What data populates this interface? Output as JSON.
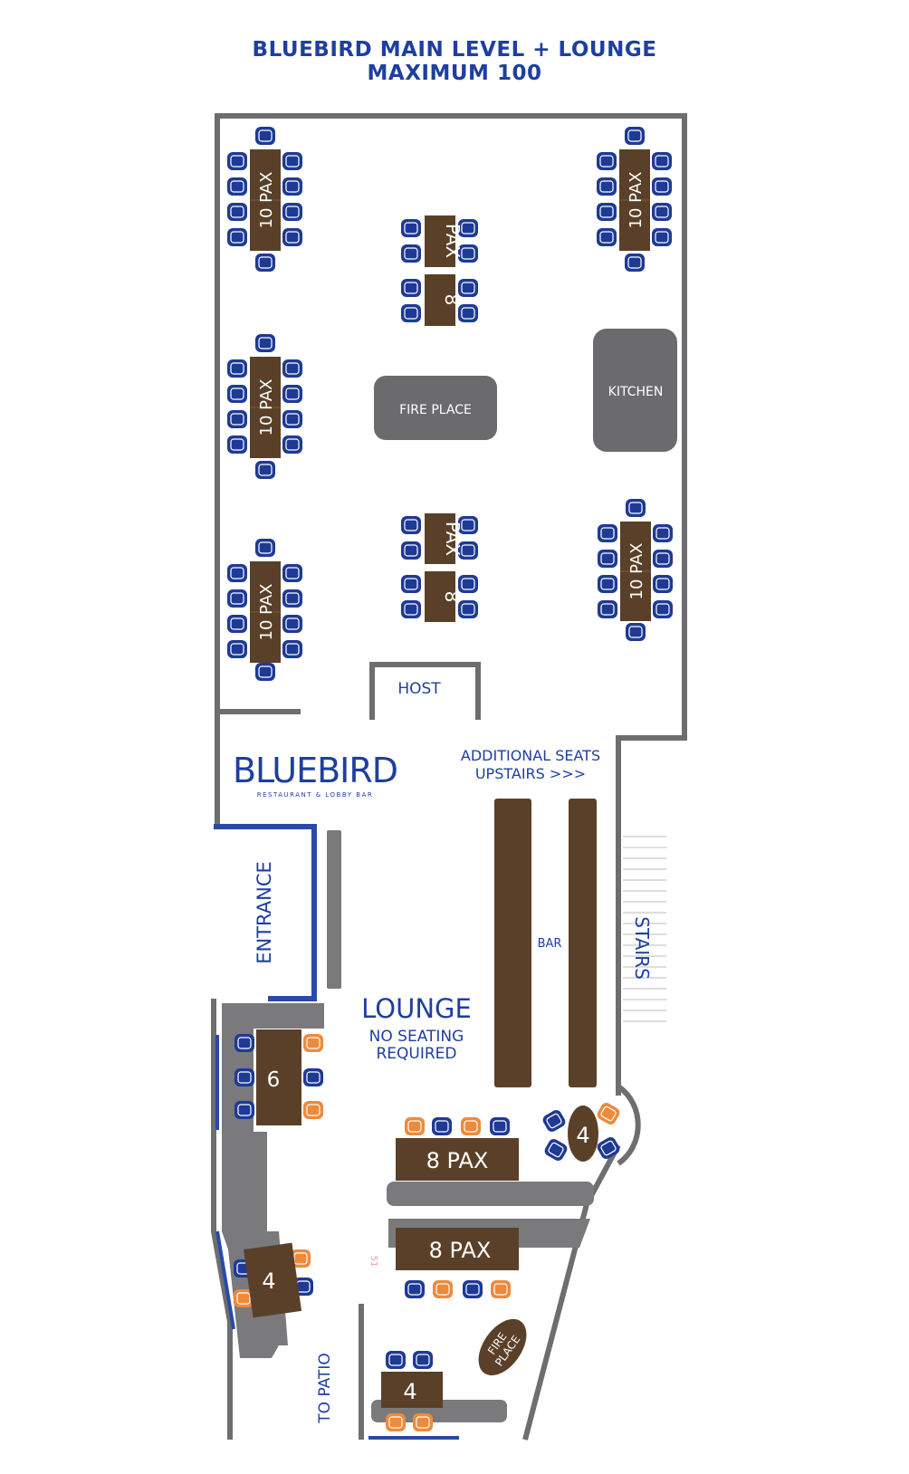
{
  "header": {
    "title_line1": "BLUEBIRD MAIN LEVEL + LOUNGE",
    "title_line2": "MAXIMUM 100"
  },
  "colors": {
    "wall": "#6e6e70",
    "table": "#5a4028",
    "chair_blue": "#1e3a95",
    "chair_orange": "#ee8a3c",
    "feature": "#6b6b6d",
    "bench": "#7a7a7c",
    "brand_blue": "#1e3fa0",
    "entrance_blue": "#2a4aa8"
  },
  "labels": {
    "fireplace_main": "FIRE PLACE",
    "kitchen": "KITCHEN",
    "host": "HOST",
    "additional_1": "ADDITIONAL SEATS",
    "additional_2": "UPSTAIRS >>>",
    "entrance": "ENTRANCE",
    "stairs": "STAIRS",
    "bar": "BAR",
    "lounge": "LOUNGE",
    "lounge_sub1": "NO SEATING",
    "lounge_sub2": "REQUIRED",
    "to_patio": "TO PATIO",
    "fireplace_lounge_1": "FIRE",
    "fireplace_lounge_2": "PLACE"
  },
  "logo": {
    "name": "BLUEBIRD",
    "tagline": "RESTAURANT & LOBBY BAR"
  },
  "tables": {
    "ten_pax": "10 PAX",
    "eight_pax_vertical_num": "8",
    "eight_pax_vertical_word": "PAX",
    "lounge_six": "6",
    "lounge_four": "4",
    "lounge_eight_a": "8   PAX",
    "lounge_eight_b": "8   PAX"
  },
  "annotation_small": "51"
}
